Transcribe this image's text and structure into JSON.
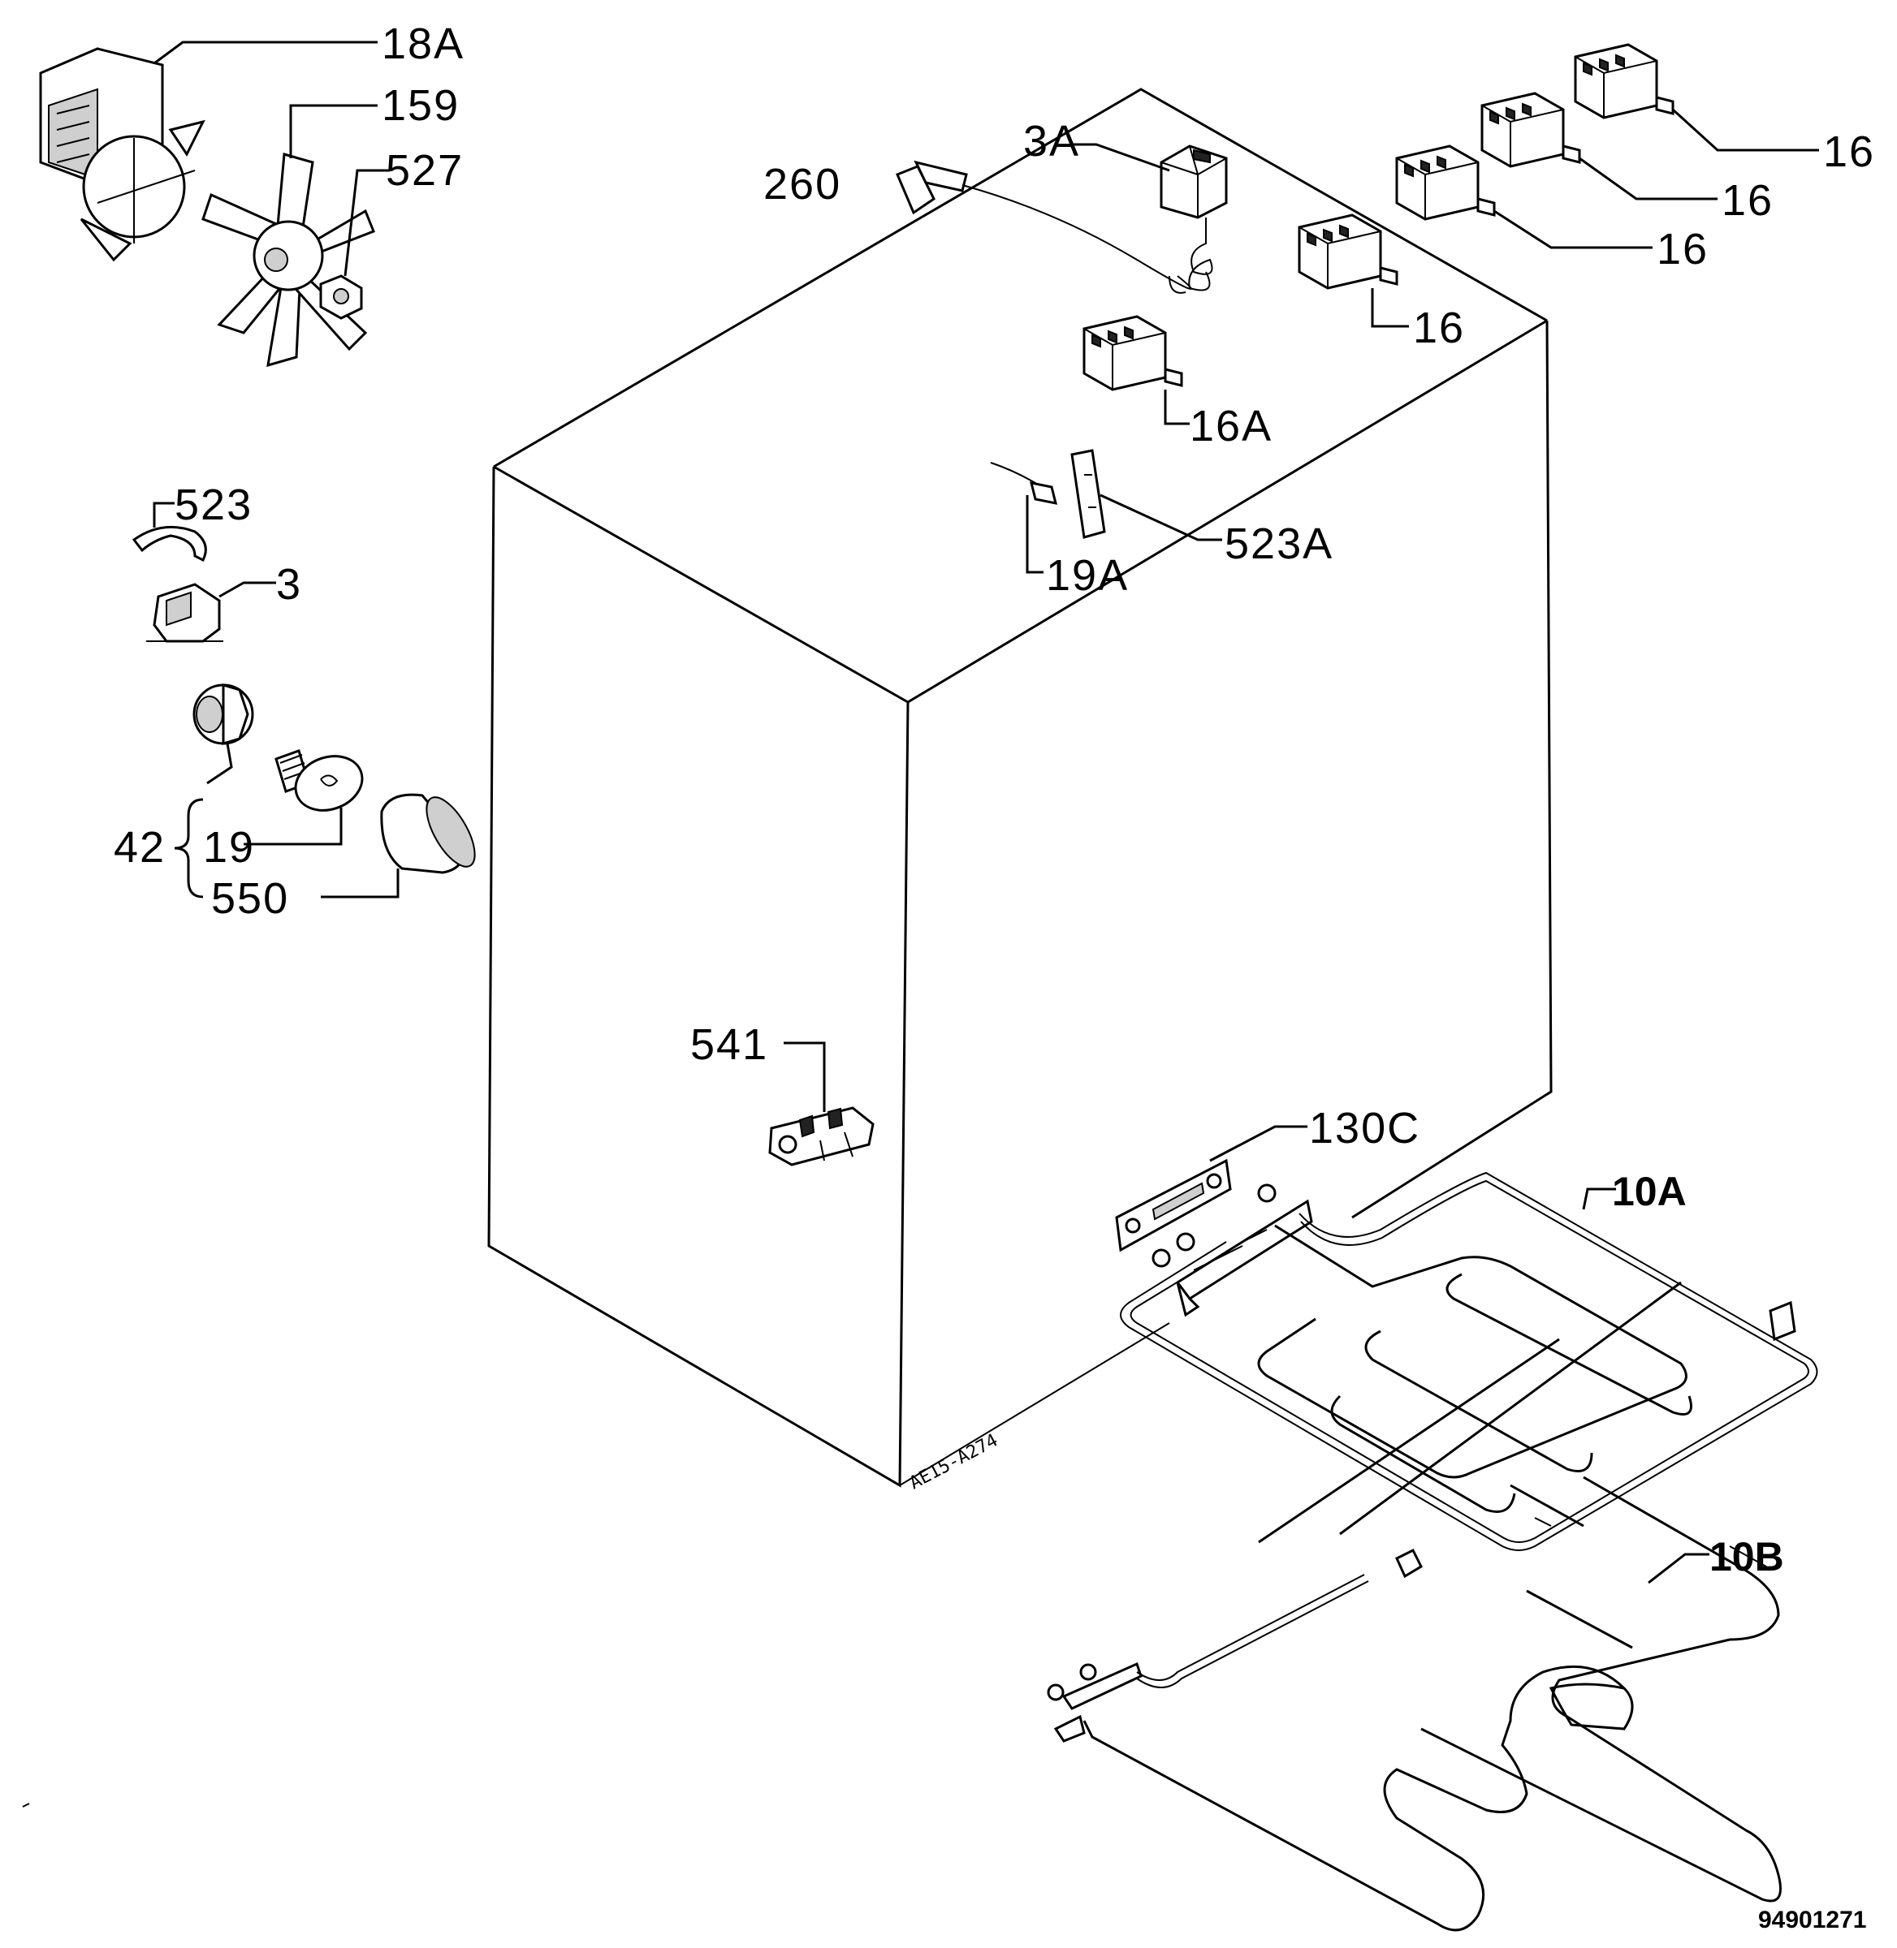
{
  "labels": {
    "l18A": "18A",
    "l159": "159",
    "l527": "527",
    "l260": "260",
    "l3A": "3A",
    "l16a": "16",
    "l16b": "16",
    "l16c": "16",
    "l16d": "16",
    "l16A": "16A",
    "l523": "523",
    "l3": "3",
    "l523A": "523A",
    "l19A": "19A",
    "l42": "42",
    "l19": "19",
    "l550": "550",
    "l541": "541",
    "l130C": "130C",
    "l10A": "10A",
    "l10B": "10B"
  },
  "cabinet_code": "AE15-A274",
  "doc_number": "94901271"
}
